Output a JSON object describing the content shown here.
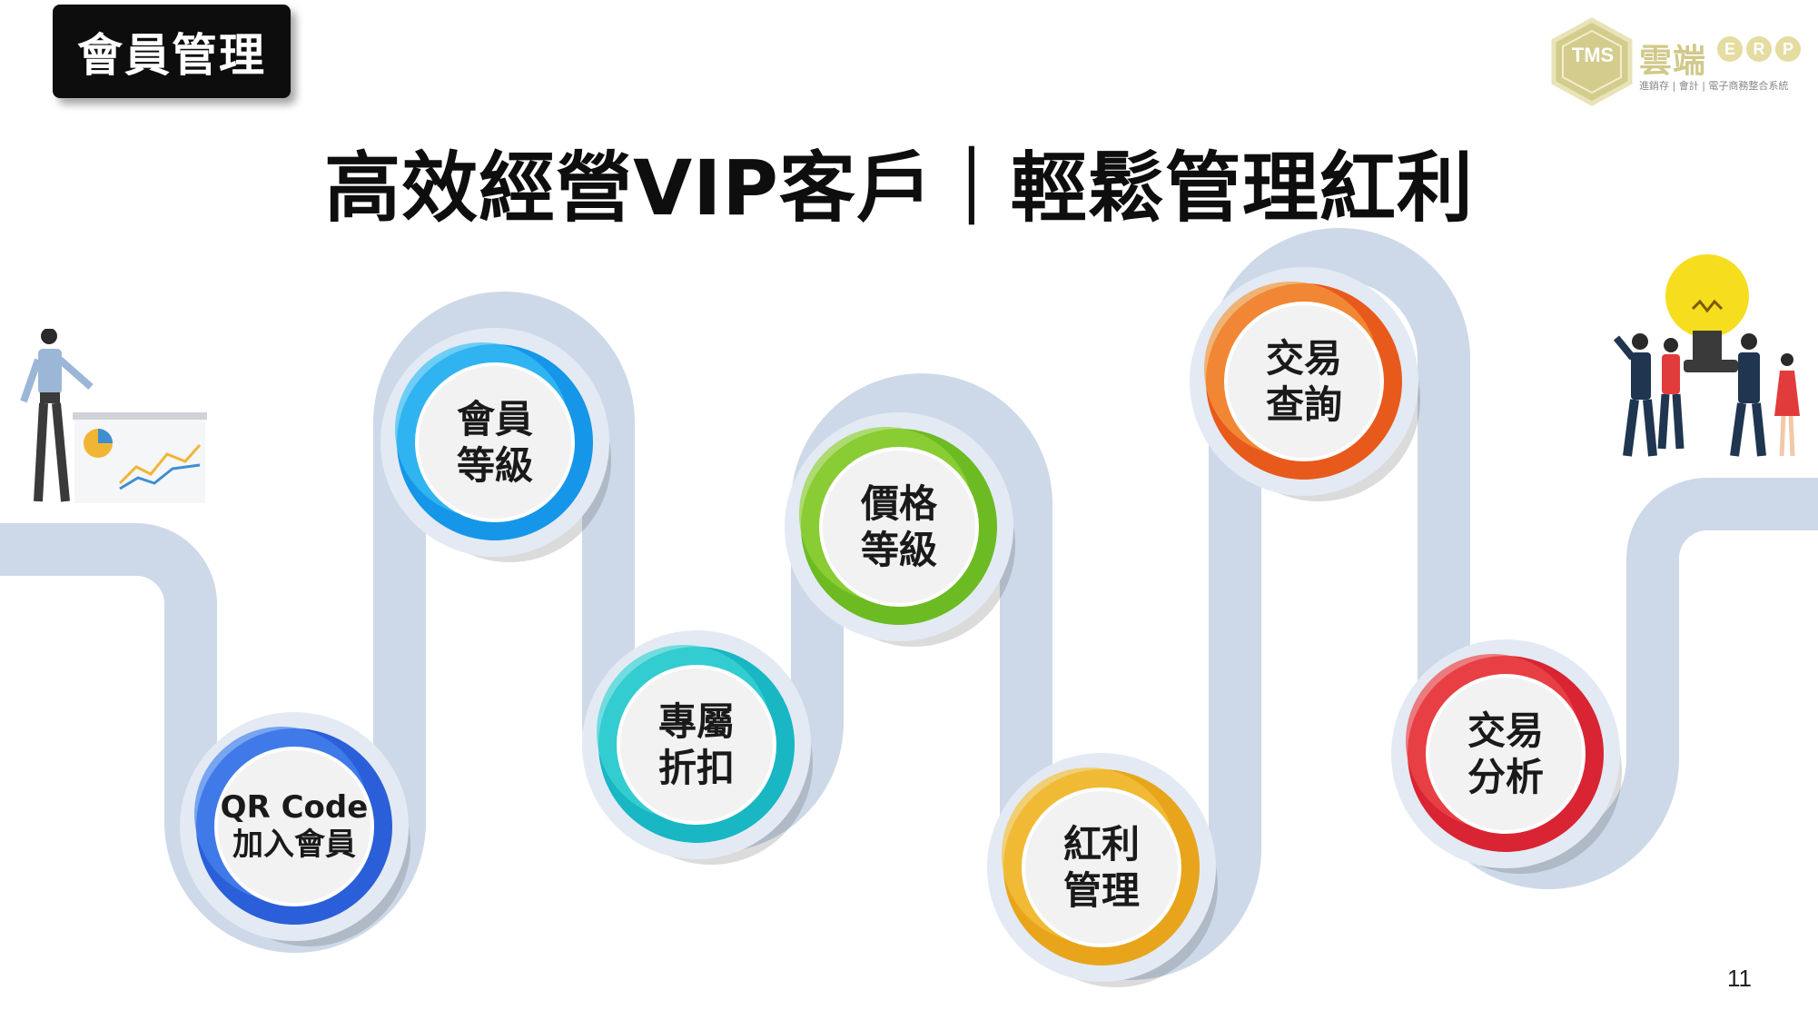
{
  "header": {
    "tag": "會員管理"
  },
  "title": "高效經營VIP客戶｜輕鬆管理紅利",
  "logo": {
    "badge": "TMS",
    "name": "雲端",
    "erp": [
      "E",
      "R",
      "P"
    ],
    "subtitle": "進銷存 | 會計 | 電子商務整合系統"
  },
  "steps": [
    {
      "label": "QR Code\n加入會員",
      "color": "#2b5fd9",
      "accent": "#4a86f0"
    },
    {
      "label": "會員\n等級",
      "color": "#1596e8",
      "accent": "#3cc0f5"
    },
    {
      "label": "專屬\n折扣",
      "color": "#19b6c4",
      "accent": "#3fd6d6"
    },
    {
      "label": "價格\n等級",
      "color": "#6dbb22",
      "accent": "#95d33b"
    },
    {
      "label": "紅利\n管理",
      "color": "#e8a51c",
      "accent": "#f5c33e"
    },
    {
      "label": "交易\n查詢",
      "color": "#e85a1c",
      "accent": "#f59a3e"
    },
    {
      "label": "交易\n分析",
      "color": "#d92433",
      "accent": "#ee4b4b"
    }
  ],
  "page_number": "11"
}
